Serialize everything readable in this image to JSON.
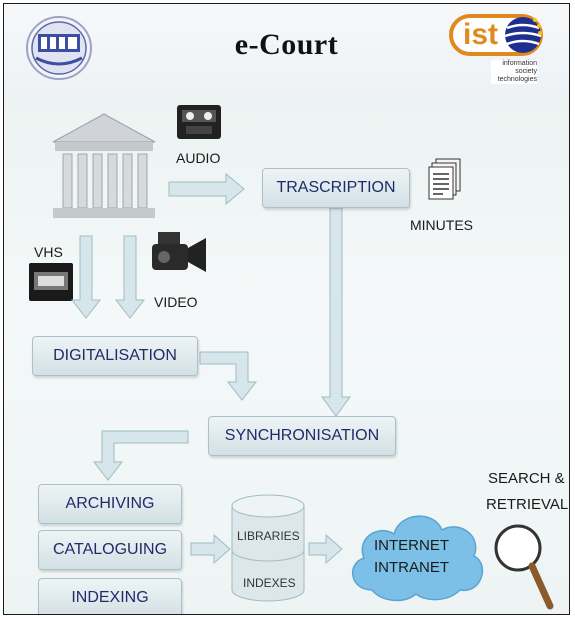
{
  "header": {
    "title": "e-Court",
    "ist_logo_text": "ist",
    "ist_logo_caption": "information society technologies"
  },
  "labels": {
    "audio": "AUDIO",
    "minutes": "MINUTES",
    "vhs": "VHS",
    "video": "VIDEO",
    "search_line1": "SEARCH &",
    "search_line2": "RETRIEVAL"
  },
  "boxes": {
    "trascription": "TRASCRIPTION",
    "digitalisation": "DIGITALISATION",
    "synchronisation": "SYNCHRONISATION",
    "archiving": "ARCHIVING",
    "cataloguing": "CATALOGUING",
    "indexing": "INDEXING"
  },
  "database": {
    "libraries": "LIBRARIES",
    "indexes": "INDEXES"
  },
  "cloud": {
    "line1": "INTERNET",
    "line2": "INTRANET"
  },
  "colors": {
    "box_text": "#1e2d6a",
    "arrow": "#cfe1e6",
    "cloud": "#7cc0e8"
  }
}
